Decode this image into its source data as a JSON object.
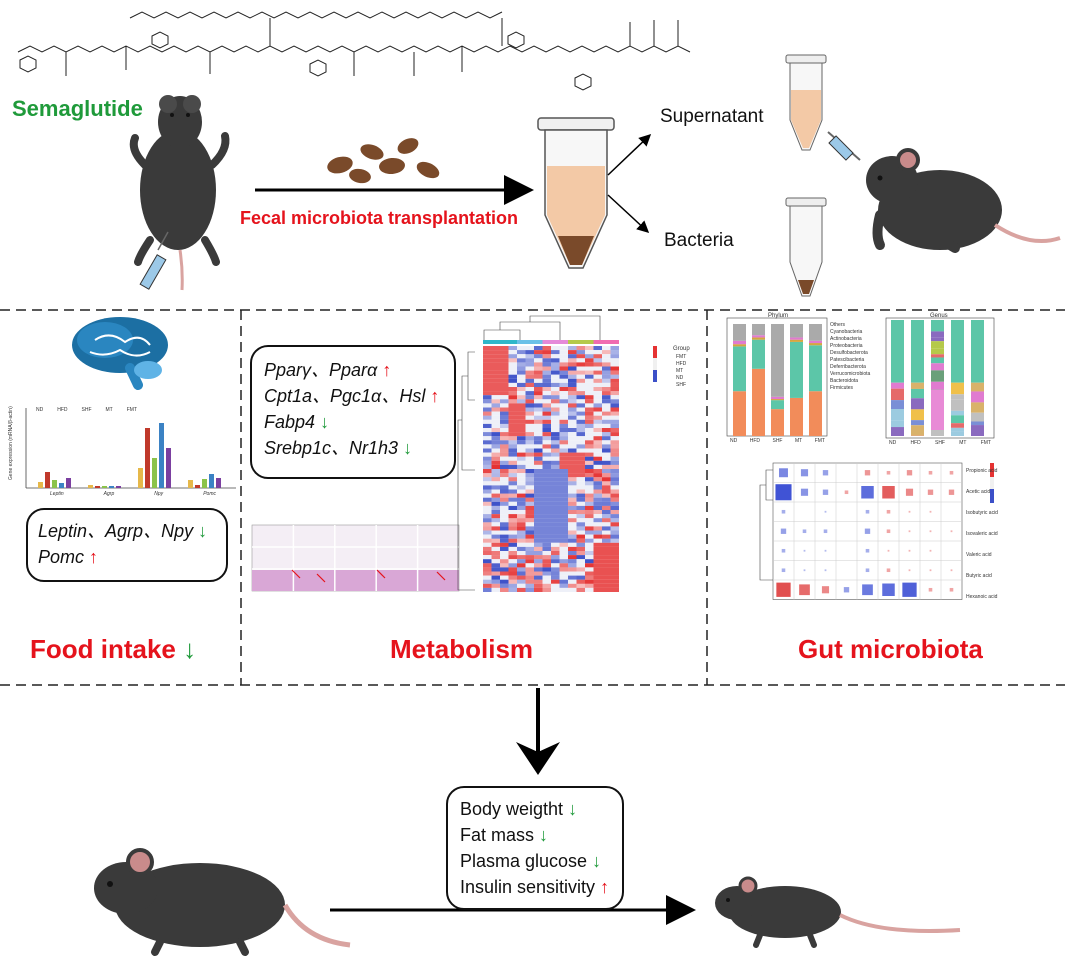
{
  "top": {
    "drug_label": "Semaglutide",
    "fmt_label": "Fecal microbiota transplantation",
    "supernatant_label": "Supernatant",
    "bacteria_label": "Bacteria"
  },
  "food_intake": {
    "title": "Food intake",
    "title_arrow": "↓",
    "box_line1": "Leptin、Agrp、Npy",
    "box_line1_arrow": "↓",
    "box_line2": "Pomc",
    "box_line2_arrow": "↑",
    "chart_ylabel": "Gene expression (mRNA/β-actin)",
    "chart_legend": [
      "ND",
      "HFD",
      "SHF",
      "MT",
      "FMT"
    ],
    "chart_categories": [
      "Leptin",
      "Agrp",
      "Npy",
      "Pomc"
    ]
  },
  "metabolism": {
    "title": "Metabolism",
    "box_lines": [
      {
        "text": "Pparγ、Pparα",
        "arrow": "↑",
        "dir": "up"
      },
      {
        "text": "Cpt1a、Pgc1α、Hsl",
        "arrow": "↑",
        "dir": "up"
      },
      {
        "text": "Fabp4",
        "arrow": "↓",
        "dir": "down"
      },
      {
        "text": "Srebp1c、Nr1h3",
        "arrow": "↓",
        "dir": "down"
      }
    ],
    "heatmap_legend_title": "Group",
    "heatmap_groups": [
      "FMT",
      "HFD",
      "MT",
      "ND",
      "SHF"
    ]
  },
  "gut_microbiota": {
    "title": "Gut microbiota",
    "phylum_title": "Phylum",
    "genus_title": "Genus",
    "bar_categories": [
      "ND",
      "HFD",
      "SHF",
      "MT",
      "FMT"
    ],
    "phylum_legend": [
      "Others",
      "Cyanobacteria",
      "Actinobacteria",
      "Proteobacteria",
      "Desulfobacterota",
      "Patescibacteria",
      "Deferribacterota",
      "Verrucomicrobiota",
      "Bacteroidota",
      "Firmicutes"
    ],
    "acids": [
      "Propionic acid",
      "Acetic acid",
      "Isobutyric acid",
      "Isovaleric acid",
      "Valeric acid",
      "Butyric acid",
      "Hexanoic acid"
    ]
  },
  "outcome": {
    "lines": [
      {
        "text": "Body weigtht",
        "arrow": "↓",
        "dir": "down"
      },
      {
        "text": "Fat mass",
        "arrow": "↓",
        "dir": "down"
      },
      {
        "text": "Plasma glucose",
        "arrow": "↓",
        "dir": "down"
      },
      {
        "text": "Insulin sensitivity",
        "arrow": "↑",
        "dir": "up"
      }
    ]
  },
  "colors": {
    "green": "#1f9a3a",
    "red": "#e5131c",
    "mouse": "#3a3a3a",
    "tail": "#d9a3a0",
    "fluid": "#f3c9a6",
    "pellet": "#7a4a2a"
  }
}
